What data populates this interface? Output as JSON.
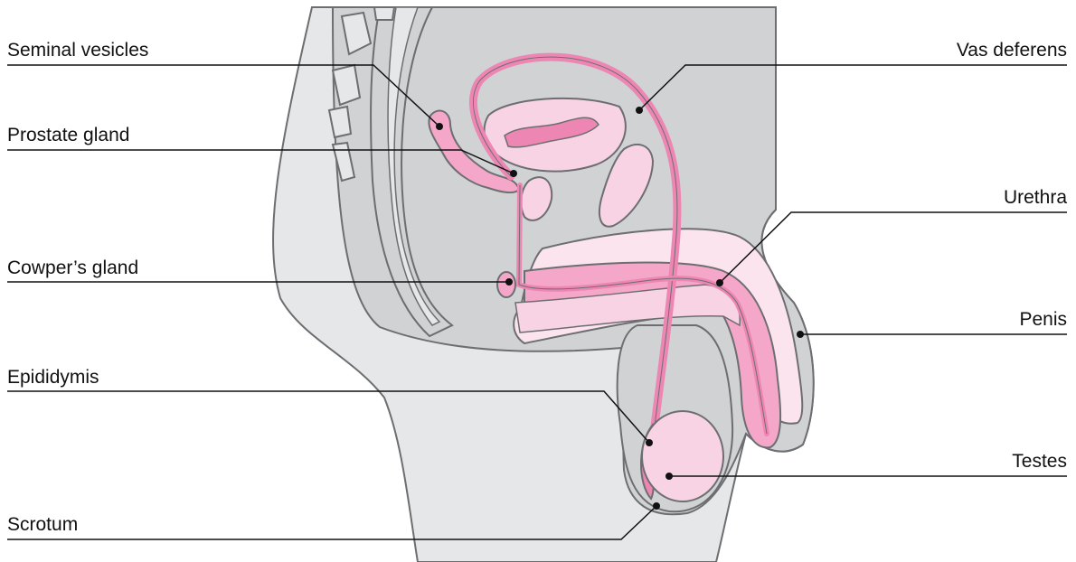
{
  "labels": {
    "seminal_vesicles": "Seminal vesicles",
    "prostate_gland": "Prostate gland",
    "cowpers_gland": "Cowper’s gland",
    "epididymis": "Epididymis",
    "scrotum": "Scrotum",
    "vas_deferens": "Vas deferens",
    "urethra": "Urethra",
    "penis": "Penis",
    "testes": "Testes"
  },
  "colors": {
    "body_light": "#e6e7e8",
    "body_mid": "#d1d2d4",
    "body_dark": "#b9babc",
    "outline": "#6d6e71",
    "pink_light": "#f8d3e3",
    "pink_mid": "#f4a7c8",
    "pink_dark": "#ee86b4",
    "leader_line": "#111111"
  }
}
